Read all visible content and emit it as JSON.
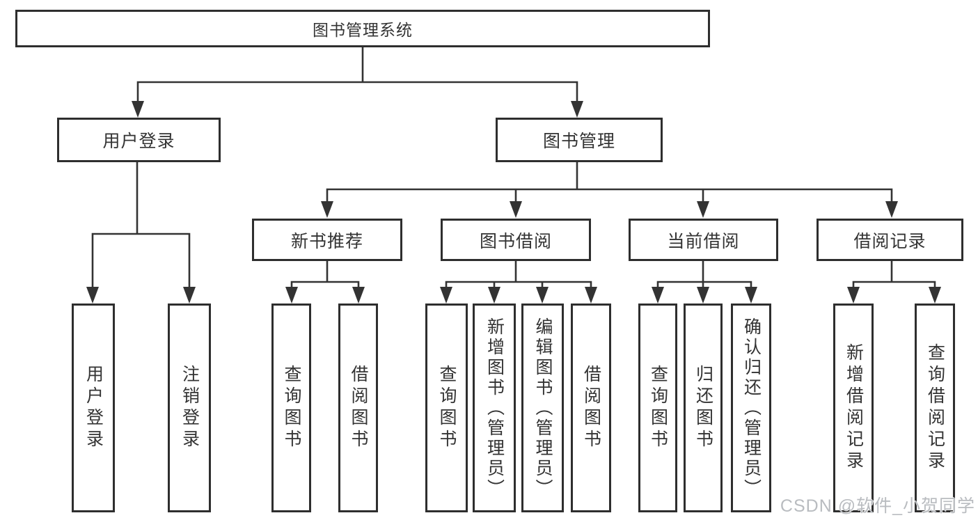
{
  "colors": {
    "line": "#333333",
    "box_border": "#2e2e2e",
    "box_fill": "#ffffff",
    "text": "#333333",
    "watermark": "#b9bcc0",
    "background": "#ffffff"
  },
  "watermark": {
    "text": "CSDN @软件_小贺同学"
  },
  "tree": {
    "root": {
      "label": "图书管理系统"
    },
    "branches": [
      {
        "label": "用户登录",
        "children": [
          {
            "label": "用户登录"
          },
          {
            "label": "注销登录"
          }
        ]
      },
      {
        "label": "图书管理",
        "children": [
          {
            "label": "新书推荐",
            "children": [
              {
                "label": "查询图书"
              },
              {
                "label": "借阅图书"
              }
            ]
          },
          {
            "label": "图书借阅",
            "children": [
              {
                "label": "查询图书"
              },
              {
                "label": "新增图书（管理员）"
              },
              {
                "label": "编辑图书（管理员）"
              },
              {
                "label": "借阅图书"
              }
            ]
          },
          {
            "label": "当前借阅",
            "children": [
              {
                "label": "查询图书"
              },
              {
                "label": "归还图书"
              },
              {
                "label": "确认归还（管理员）"
              }
            ]
          },
          {
            "label": "借阅记录",
            "children": [
              {
                "label": "新增借阅记录"
              },
              {
                "label": "查询借阅记录"
              }
            ]
          }
        ]
      }
    ]
  }
}
